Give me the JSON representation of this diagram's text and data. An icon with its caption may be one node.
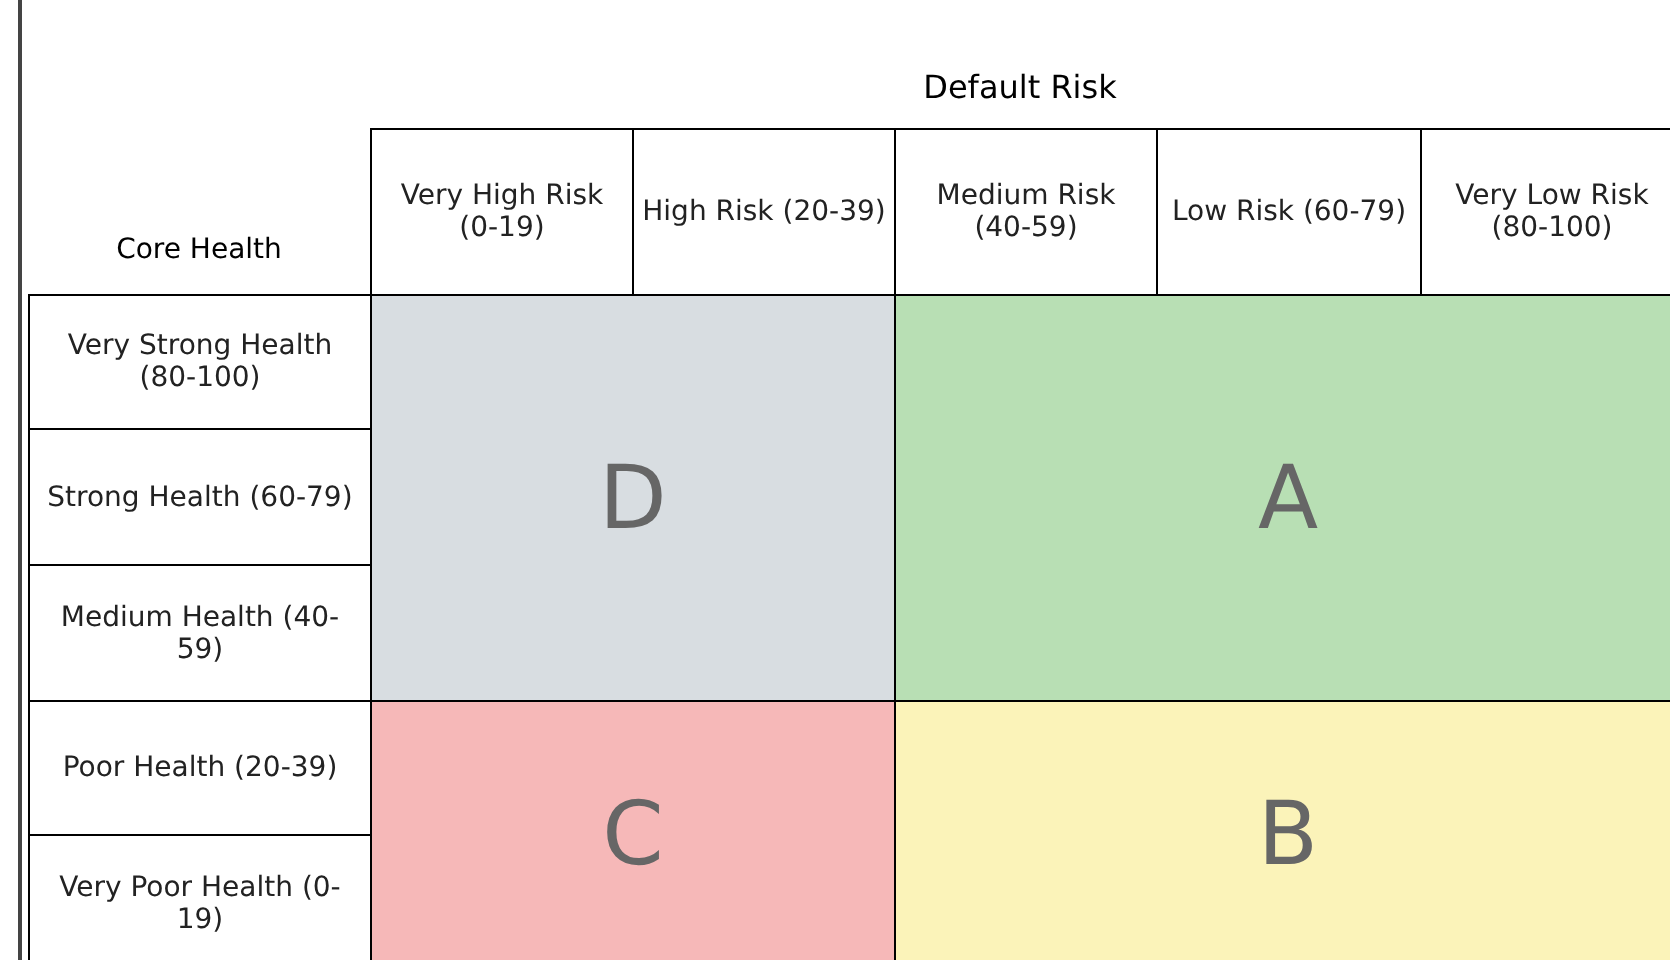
{
  "diagram": {
    "nodes": [
      {
        "text": [
          "D"
        ]
      },
      {
        "text": [
          "A"
        ]
      },
      {
        "text": [
          "C"
        ]
      },
      {
        "text": [
          "B"
        ]
      }
    ],
    "labels": [
      "Default Risk",
      "Very High Risk (0-19)",
      "High Risk (20-39)",
      "Medium Risk (40-59)",
      "Low Risk (60-79)",
      "Very Low Risk (80-100)",
      "Core Health",
      "Very Strong Health (80-100)",
      "Strong Health (60-79)",
      "Medium Health (40-59)",
      "Poor Health (20-39)",
      "Very Poor Health (0-19)"
    ]
  }
}
